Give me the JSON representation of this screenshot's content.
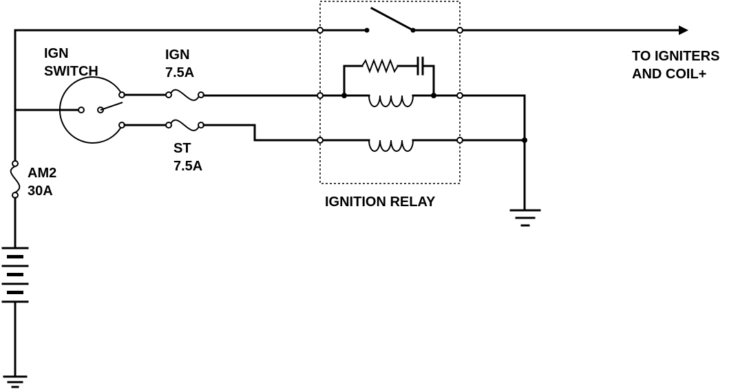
{
  "labels": {
    "ign_switch_line1": "IGN",
    "ign_switch_line2": "SWITCH",
    "ign_fuse_line1": "IGN",
    "ign_fuse_line2": "7.5A",
    "st_fuse_line1": "ST",
    "st_fuse_line2": "7.5A",
    "am2_fuse_line1": "AM2",
    "am2_fuse_line2": "30A",
    "relay_title": "IGNITION RELAY",
    "output_line1": "TO IGNITERS",
    "output_line2": "AND COIL+"
  },
  "colors": {
    "wire": "#000000",
    "background": "#ffffff"
  }
}
